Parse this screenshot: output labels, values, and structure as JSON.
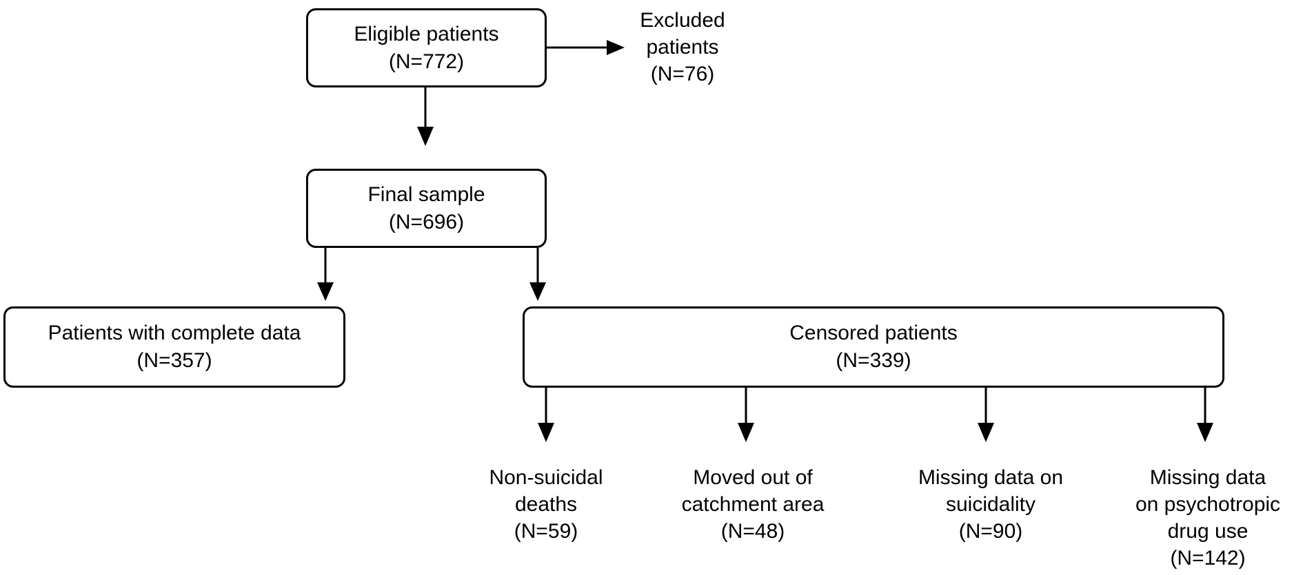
{
  "nodes": {
    "eligible": {
      "label": "Eligible patients",
      "count": "(N=772)"
    },
    "excluded": {
      "label_line1": "Excluded",
      "label_line2": "patients",
      "count": "(N=76)"
    },
    "final": {
      "label": "Final sample",
      "count": "(N=696)"
    },
    "complete": {
      "label": "Patients with complete data",
      "count": "(N=357)"
    },
    "censored": {
      "label": "Censored patients",
      "count": "(N=339)"
    },
    "nonsuicidal": {
      "label_line1": "Non-suicidal",
      "label_line2": "deaths",
      "count": "(N=59)"
    },
    "moved": {
      "label_line1": "Moved out of",
      "label_line2": "catchment area",
      "count": "(N=48)"
    },
    "missing_suicidality": {
      "label_line1": "Missing data on",
      "label_line2": "suicidality",
      "count": "(N=90)"
    },
    "missing_drug": {
      "label_line1": "Missing data",
      "label_line2": "on psychotropic",
      "label_line3": "drug use",
      "count": "(N=142)"
    }
  }
}
